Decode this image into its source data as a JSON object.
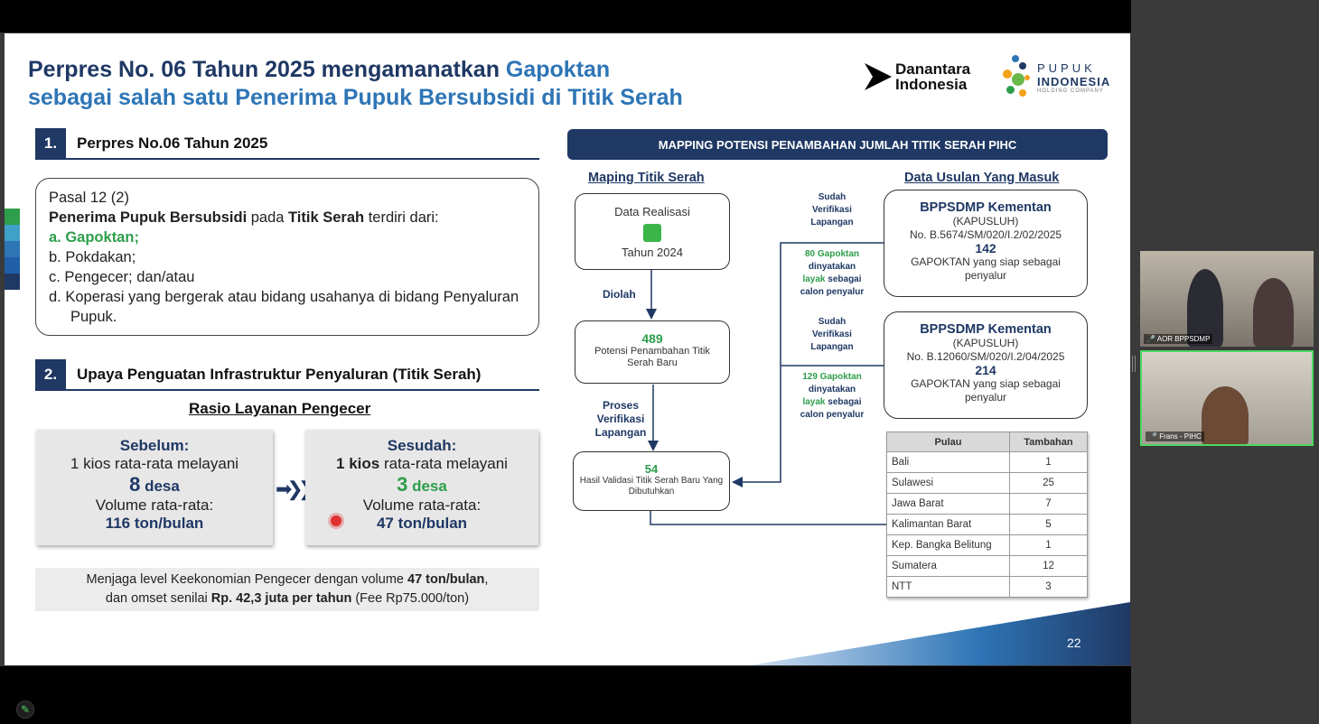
{
  "slide": {
    "title_part1": "Perpres No. 06 Tahun 2025 mengamanatkan ",
    "title_highlight": "Gapoktan",
    "title_part2": "sebagai salah satu Penerima Pupuk Bersubsidi di Titik Serah",
    "logo_danantara_line1": "Danantara",
    "logo_danantara_line2": "Indonesia",
    "logo_pupuk_line1": "PUPUK",
    "logo_pupuk_line2": "INDONESIA",
    "logo_pupuk_line3": "HOLDING COMPANY",
    "page_number": "22"
  },
  "section1": {
    "num": "1.",
    "title": "Perpres No.06 Tahun 2025",
    "pasal": "Pasal 12 (2)",
    "intro_bold1": "Penerima Pupuk Bersubsidi",
    "intro_mid": " pada ",
    "intro_bold2": "Titik Serah",
    "intro_end": " terdiri dari:",
    "items": [
      "a. Gapoktan;",
      "b. Pokdakan;",
      "c. Pengecer; dan/atau",
      "d. Koperasi yang bergerak atau bidang usahanya di bidang Penyaluran Pupuk."
    ]
  },
  "section2": {
    "num": "2.",
    "title": "Upaya Penguatan Infrastruktur Penyaluran (Titik Serah)",
    "rasio_title": "Rasio Layanan Pengecer",
    "before": {
      "head": "Sebelum:",
      "line": "1 kios rata-rata melayani",
      "num": "8",
      "unit": " desa",
      "vol_label": "Volume rata-rata:",
      "vol_value": "116 ton/bulan"
    },
    "after": {
      "head": "Sesudah:",
      "line_bold": "1 kios",
      "line_rest": " rata-rata melayani",
      "num": "3",
      "unit": " desa",
      "vol_label": "Volume rata-rata:",
      "vol_value": "47 ton/bulan"
    },
    "note_1": "Menjaga level Keekonomian Pengecer dengan volume ",
    "note_bold1": "47 ton/bulan",
    "note_2": ",",
    "note_3": "dan omset senilai ",
    "note_bold2": "Rp. 42,3 juta per tahun",
    "note_4": " (Fee Rp75.000/ton)"
  },
  "mapping": {
    "banner": "MAPPING POTENSI PENAMBAHAN JUMLAH TITIK SERAH PIHC",
    "left_title": "Maping Titik Serah",
    "right_title": "Data Usulan Yang Masuk",
    "box1_line1": "Data Realisasi",
    "box1_line2": "Tahun 2024",
    "step1_label": "Diolah",
    "box2_num": "489",
    "box2_text": "Potensi Penambahan Titik Serah Baru",
    "step2_label_1": "Proses",
    "step2_label_2": "Verifikasi",
    "step2_label_3": "Lapangan",
    "box3_num": "54",
    "box3_text": "Hasil Validasi Titik Serah Baru Yang Dibutuhkan",
    "verif1_1": "Sudah",
    "verif1_2": "Verifikasi",
    "verif1_3": "Lapangan",
    "layak1_green": "80 Gapoktan",
    "layak1_2": "dinyatakan",
    "layak1_3_green": "layak",
    "layak1_3_rest": " sebagai",
    "layak1_4": "calon penyalur",
    "verif2_1": "Sudah",
    "verif2_2": "Verifikasi",
    "verif2_3": "Lapangan",
    "layak2_green": "129 Gapoktan",
    "layak2_2": "dinyatakan",
    "layak2_3_green": "layak",
    "layak2_3_rest": " sebagai",
    "layak2_4": "calon penyalur",
    "data1": {
      "title": "BPPSDMP Kementan",
      "sub": "(KAPUSLUH)",
      "ref": "No. B.5674/SM/020/I.2/02/2025",
      "num": "142",
      "desc": "GAPOKTAN yang siap sebagai penyalur"
    },
    "data2": {
      "title": "BPPSDMP Kementan",
      "sub": "(KAPUSLUH)",
      "ref": "No. B.12060/SM/020/I.2/04/2025",
      "num": "214",
      "desc": "GAPOKTAN yang siap sebagai penyalur"
    },
    "table": {
      "headers": [
        "Pulau",
        "Tambahan"
      ],
      "rows": [
        [
          "Bali",
          "1"
        ],
        [
          "Sulawesi",
          "25"
        ],
        [
          "Jawa Barat",
          "7"
        ],
        [
          "Kalimantan Barat",
          "5"
        ],
        [
          "Kep. Bangka Belitung",
          "1"
        ],
        [
          "Sumatera",
          "12"
        ],
        [
          "NTT",
          "3"
        ]
      ]
    }
  },
  "participants": [
    {
      "name": "AOR BPPSDMP"
    },
    {
      "name": "Frans - PIHC"
    }
  ]
}
